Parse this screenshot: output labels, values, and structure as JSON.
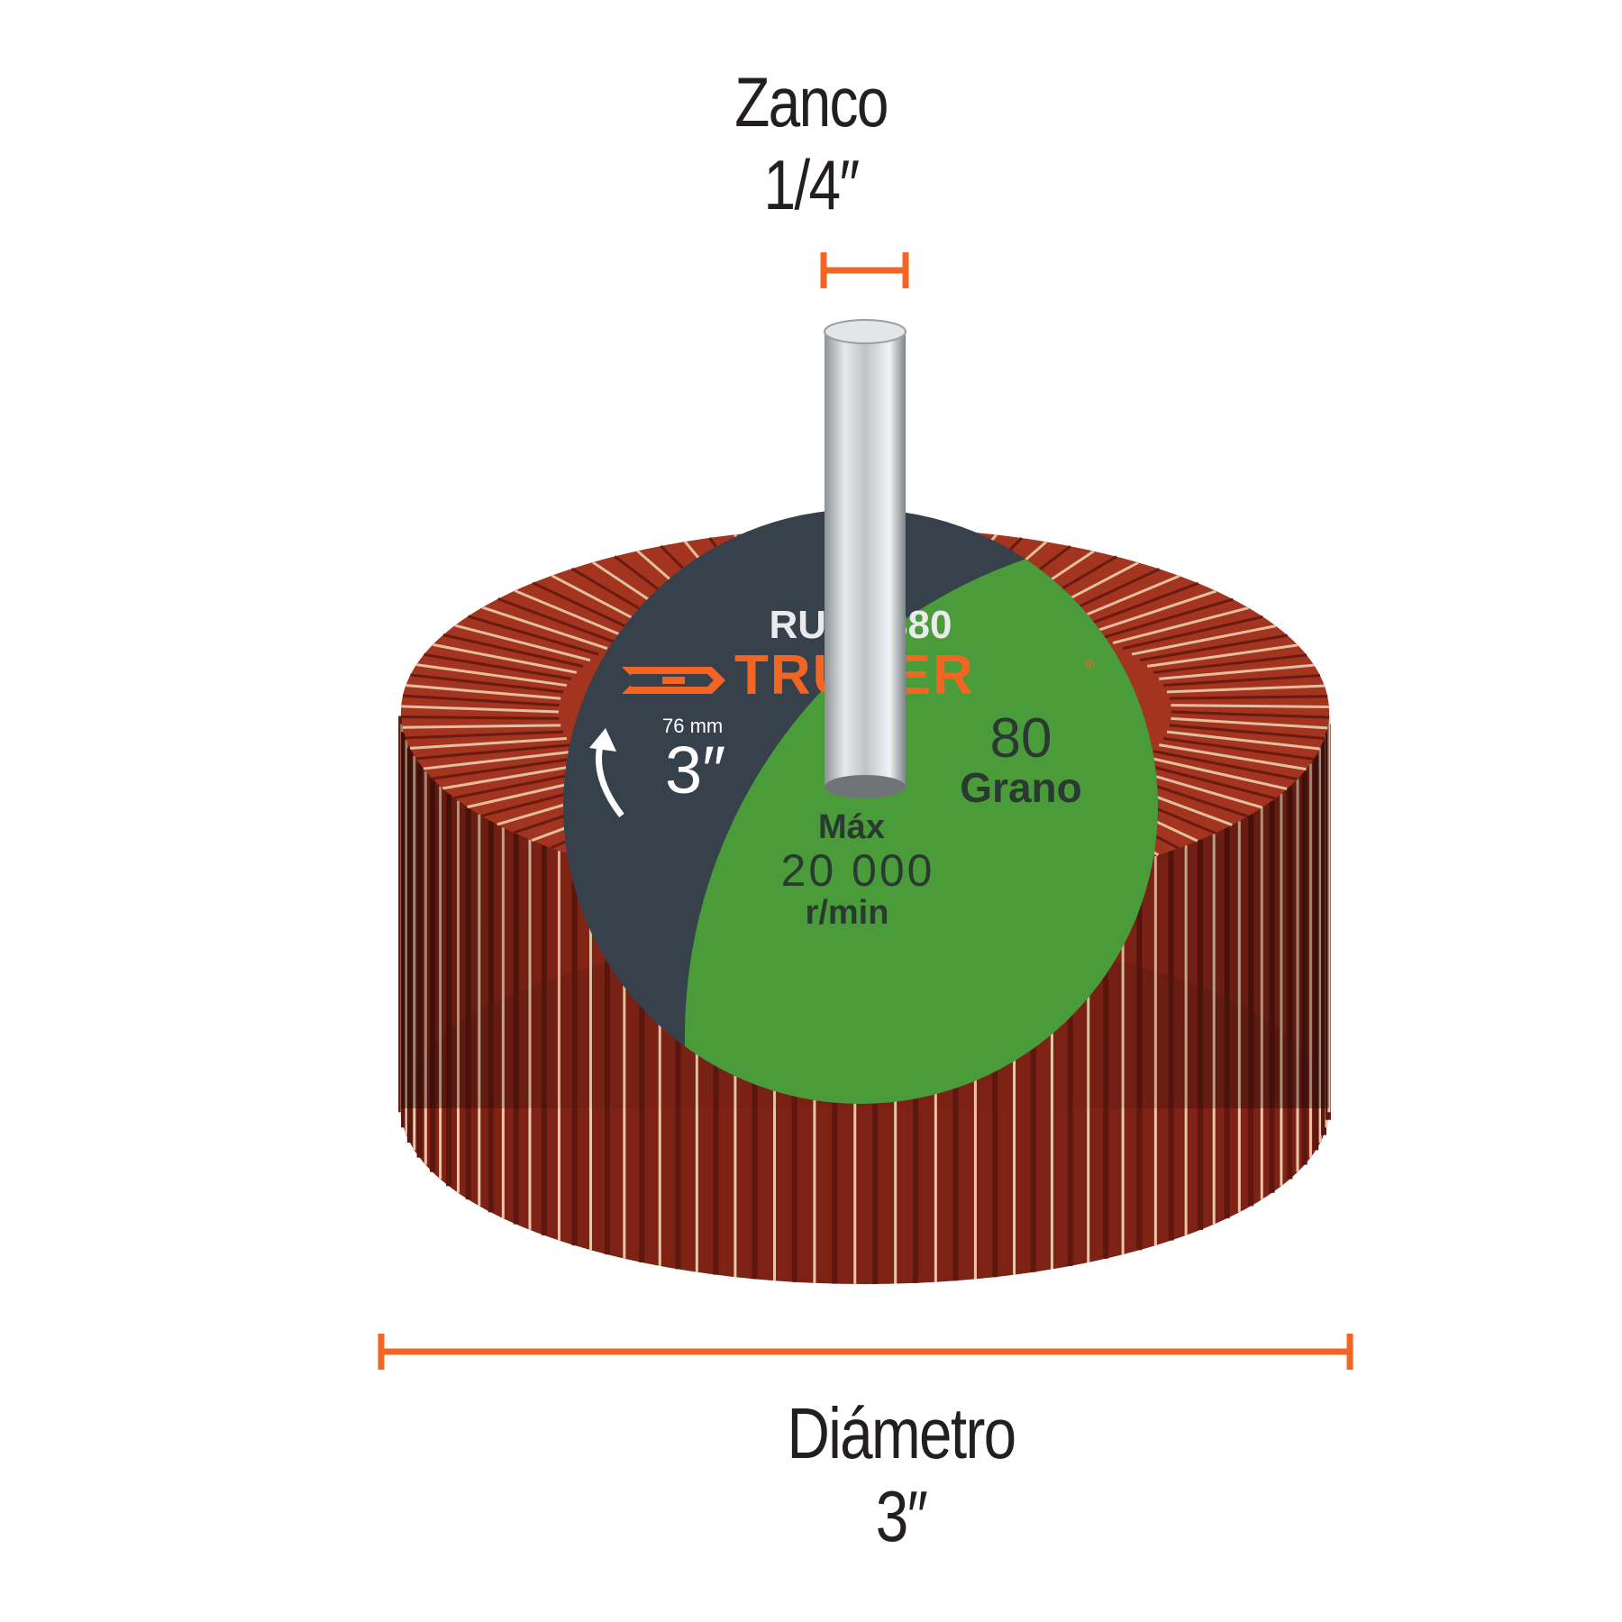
{
  "colors": {
    "accent_orange": "#f26522",
    "label_dark": "#37414b",
    "label_green": "#4a9b3a",
    "abrasive_red": "#9a2b1c",
    "steel": "#c9ccce",
    "text_dark": "#231f20"
  },
  "shank": {
    "title": "Zanco",
    "size": "1/4″"
  },
  "diameter": {
    "title": "Diámetro",
    "size": "3″"
  },
  "label": {
    "model": "RUF-3380",
    "brand": "TRUPER",
    "registered": "®",
    "size_mm": "76 mm",
    "size_in": "3″",
    "grit_value": "80",
    "grit_label": "Grano",
    "max_label": "Máx",
    "speed_value": "20 000",
    "speed_unit": "r/min"
  },
  "icons": {
    "rotation": "curved-arrow-up-icon",
    "brand_logo": "truper-logo-icon"
  }
}
